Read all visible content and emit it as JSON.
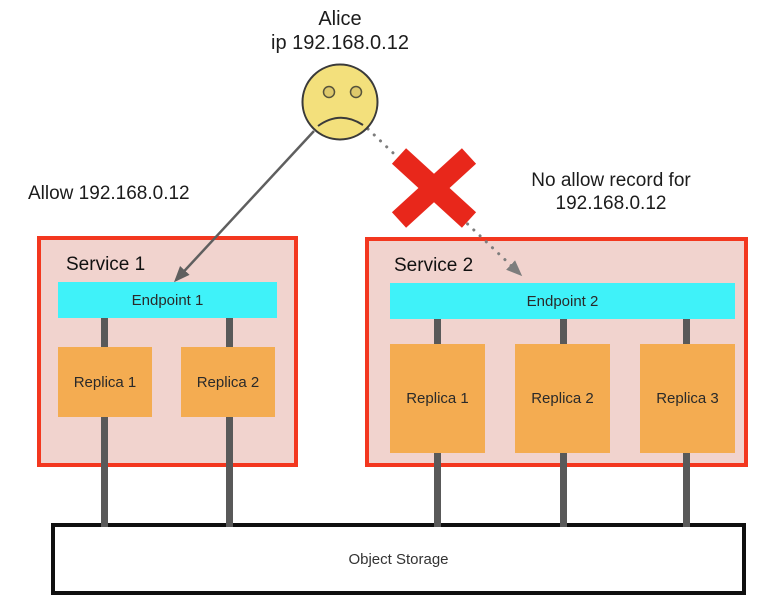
{
  "actor": {
    "name": "Alice",
    "ip_line": "ip 192.168.0.12"
  },
  "annotations": {
    "allow": "Allow 192.168.0.12",
    "deny_line1": "No allow record for",
    "deny_line2": "192.168.0.12"
  },
  "services": [
    {
      "title": "Service 1",
      "endpoint": "Endpoint 1",
      "replicas": [
        "Replica 1",
        "Replica 2"
      ]
    },
    {
      "title": "Service 2",
      "endpoint": "Endpoint 2",
      "replicas": [
        "Replica 1",
        "Replica 2",
        "Replica 3"
      ]
    }
  ],
  "storage": {
    "label": "Object Storage"
  },
  "icons": {
    "actor": "sad-face-icon",
    "blocked": "x-mark-icon",
    "allowed_connection": "solid-arrow",
    "blocked_connection": "dotted-arrow"
  },
  "colors": {
    "service_fill": "#f1d3ce",
    "service_border": "#f3371f",
    "endpoint_fill": "#3ff2f9",
    "replica_fill": "#f4ac51",
    "connector_gray": "#595959",
    "storage_border": "#0f0f0f",
    "blocked_x": "#e8271b",
    "face_fill": "#f3e07c",
    "arrow_gray": "#5f5f5f"
  }
}
